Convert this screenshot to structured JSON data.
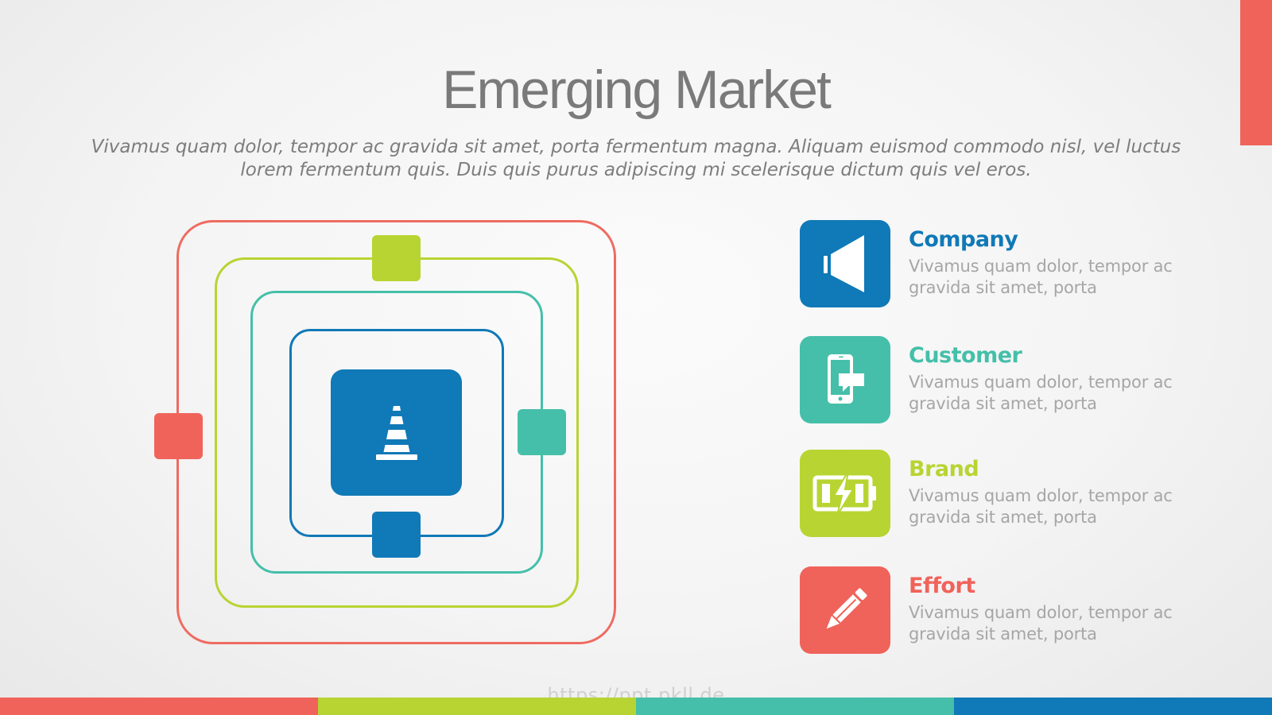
{
  "title": "Emerging Market",
  "subtitle": "Vivamus quam dolor, tempor ac gravida sit amet, porta fermentum magna. Aliquam euismod commodo nisl, vel luctus lorem fermentum quis. Duis quis purus adipiscing mi scelerisque dictum quis vel eros.",
  "colors": {
    "red": "#f0635a",
    "green": "#b8d432",
    "teal": "#45bfa9",
    "blue": "#1079b7",
    "title_gray": "#7a7a7a",
    "desc_gray": "#a6a6a6"
  },
  "diagram": {
    "center_icon": "traffic-cone-icon",
    "rings": [
      "red",
      "green",
      "teal",
      "blue"
    ],
    "nodes": [
      "green-top",
      "red-left",
      "teal-right",
      "blue-bottom"
    ]
  },
  "items": [
    {
      "title": "Company",
      "desc": "Vivamus quam dolor, tempor ac gravida sit amet, porta",
      "icon": "megaphone-icon",
      "color": "#1079b7"
    },
    {
      "title": "Customer",
      "desc": "Vivamus quam dolor, tempor ac gravida sit amet, porta",
      "icon": "smartphone-chat-icon",
      "color": "#45bfa9"
    },
    {
      "title": "Brand",
      "desc": "Vivamus quam dolor, tempor ac gravida sit amet, porta",
      "icon": "battery-charging-icon",
      "color": "#b8d432"
    },
    {
      "title": "Effort",
      "desc": "Vivamus quam dolor, tempor ac gravida sit amet, porta",
      "icon": "pencil-icon",
      "color": "#f0635a"
    }
  ],
  "watermark": "https://ppt.pkll.de",
  "bottom_bar": [
    "#f0635a",
    "#b8d432",
    "#45bfa9",
    "#1079b7"
  ]
}
